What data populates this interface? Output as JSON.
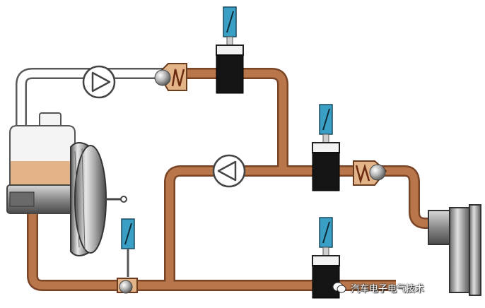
{
  "diagram": {
    "colors": {
      "brake_line": "#b8764a",
      "brake_line_edge": "#7a4426",
      "return_line": "#ffffff",
      "return_line_edge": "#5a5a5a",
      "fluid": "#e3b488",
      "valve_body": "#141414",
      "solenoid": "#3a9fc4",
      "metal": "#9a9a9a"
    },
    "components": [
      "brake-booster",
      "master-cylinder",
      "fluid-reservoir",
      "return-pump",
      "inlet-valve",
      "outlet-valve",
      "accumulator",
      "check-valve",
      "wheel-brake"
    ]
  },
  "watermark": {
    "text": "汽车电子电气技术"
  }
}
